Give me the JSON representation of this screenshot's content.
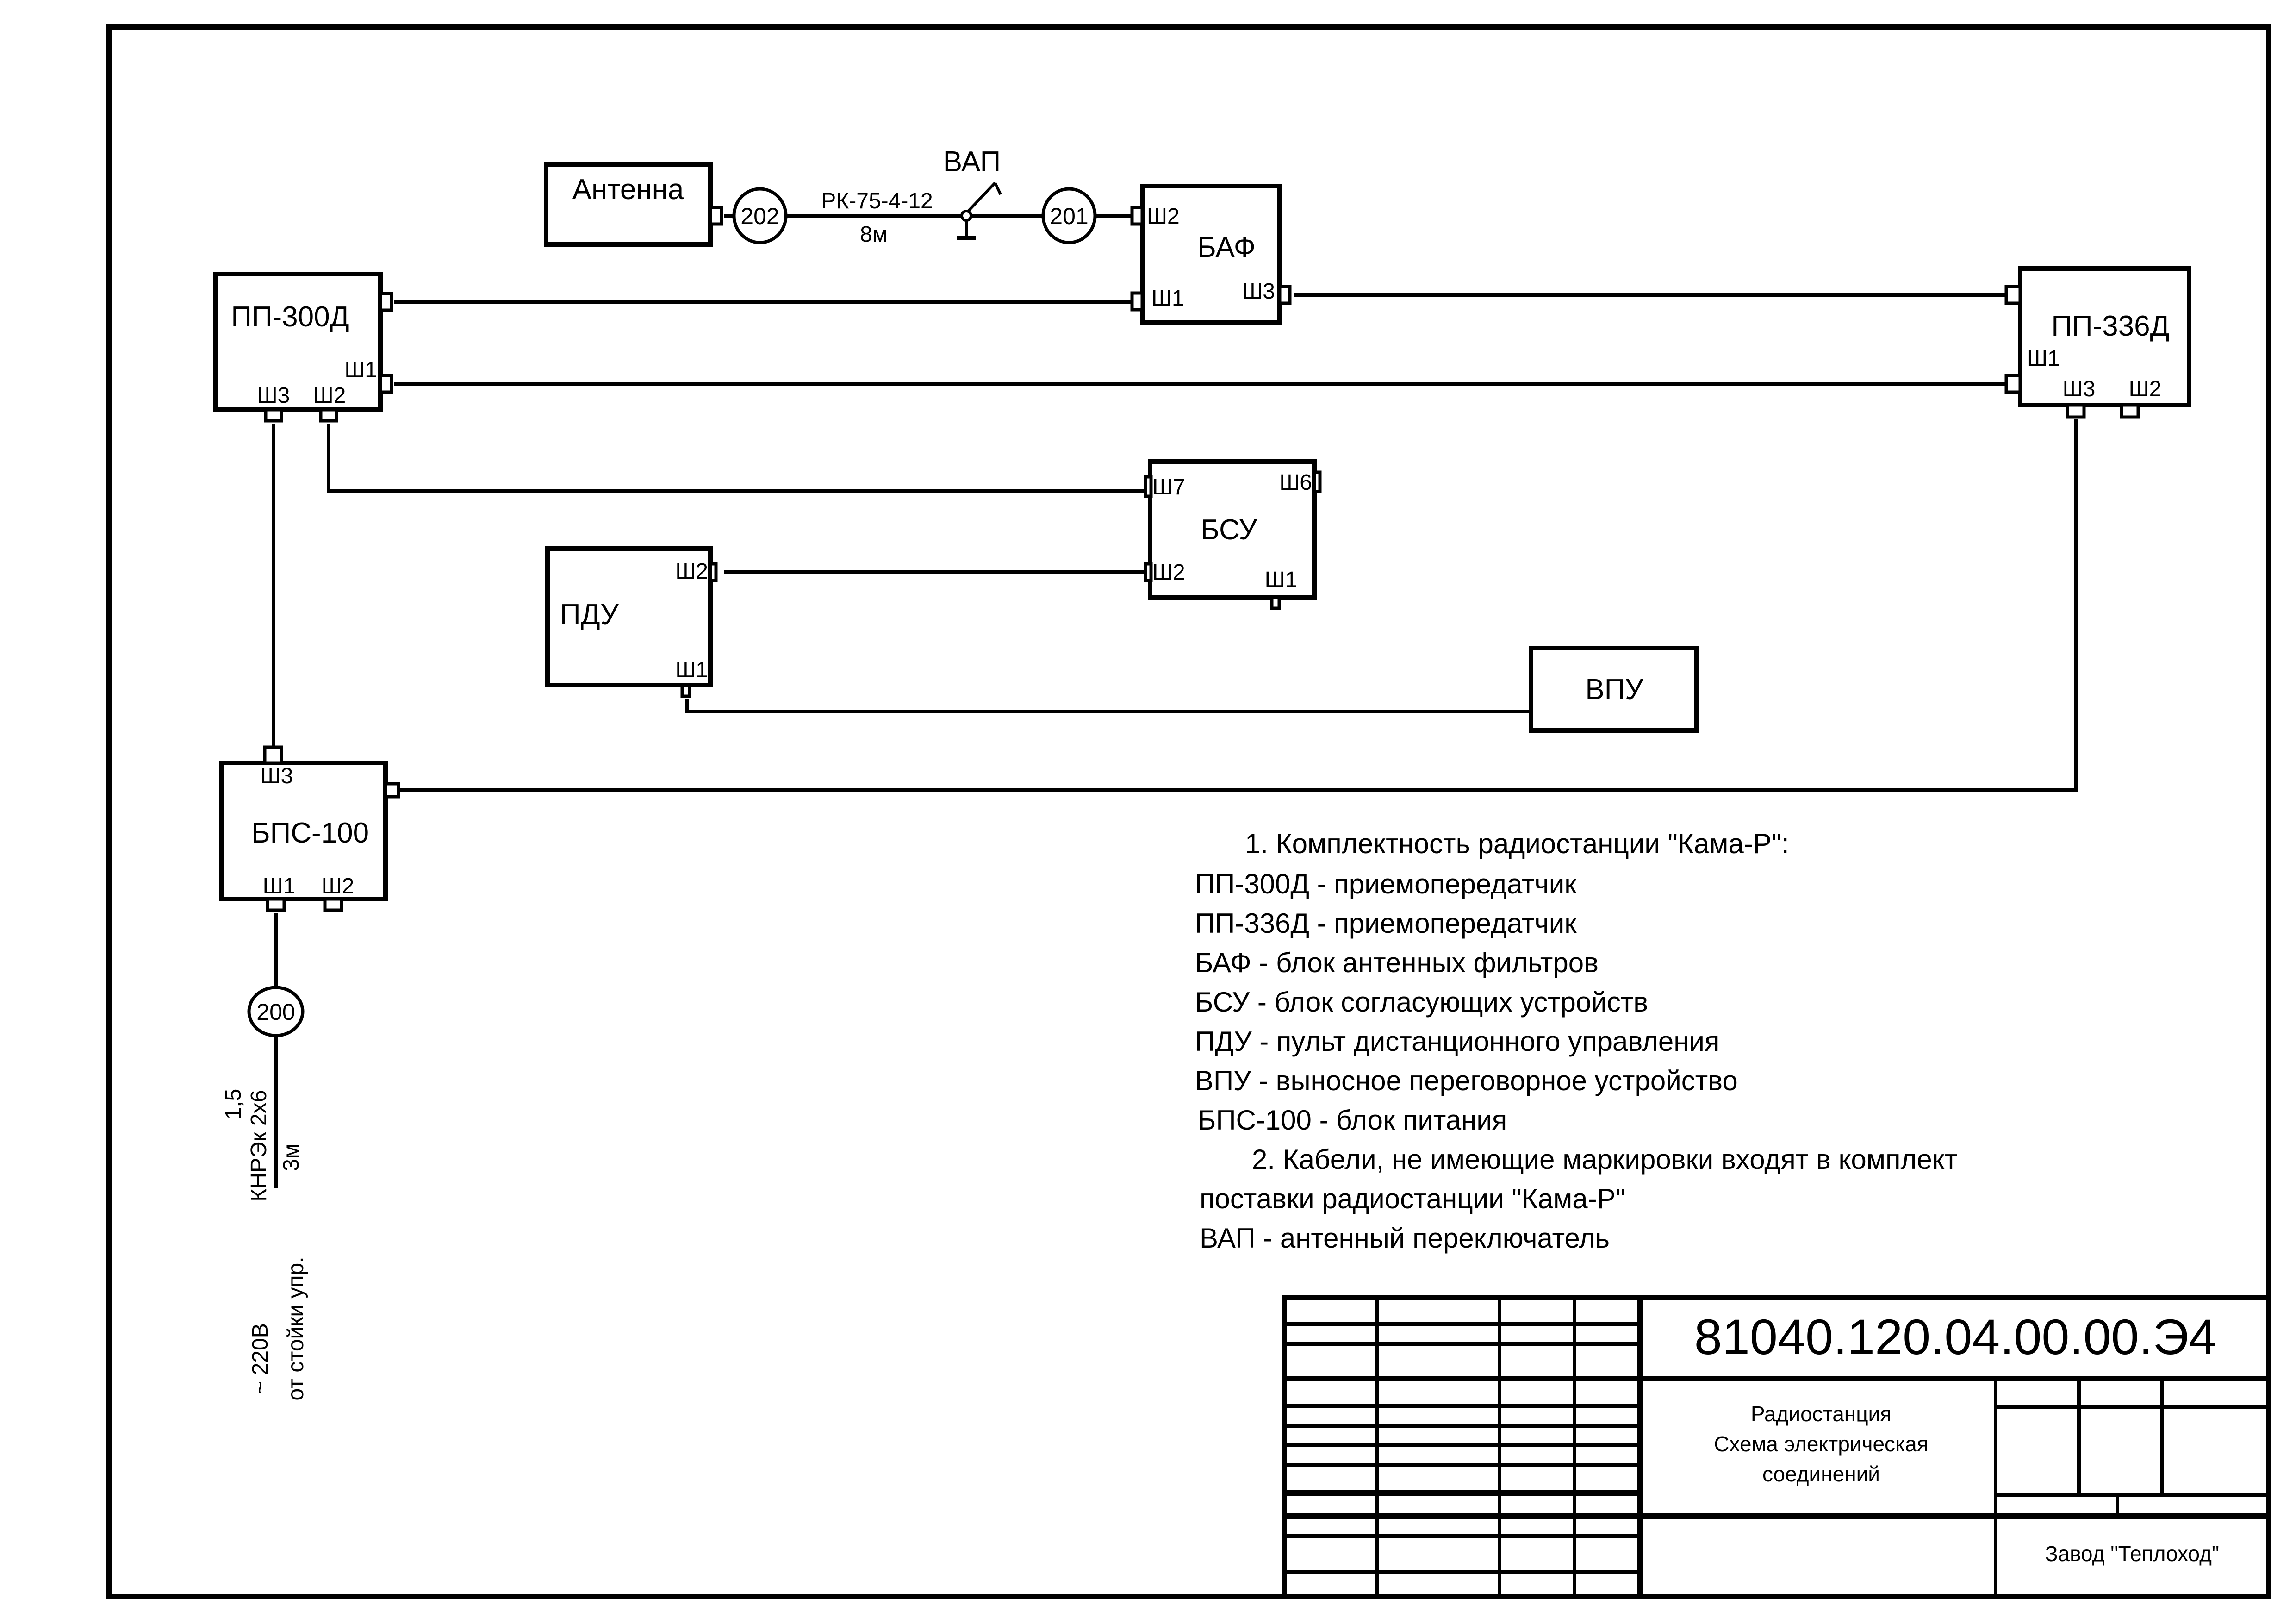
{
  "document": {
    "type": "electrical connection diagram",
    "code": "81040.120.04.00.00.Э4",
    "title_lines": [
      "Радиостанция",
      "Схема электрическая",
      "соединений"
    ],
    "organization": "Завод \"Теплоход\""
  },
  "blocks": {
    "antenna": {
      "label": "Антенна"
    },
    "pp300d": {
      "label": "ПП-300Д",
      "pins": {
        "sh1": "Ш1",
        "sh2": "Ш2",
        "sh3": "Ш3"
      }
    },
    "baf": {
      "label": "БАФ",
      "pins": {
        "sh1": "Ш1",
        "sh2": "Ш2",
        "sh3": "Ш3"
      }
    },
    "pp336d": {
      "label": "ПП-336Д",
      "pins": {
        "sh1": "Ш1",
        "sh2": "Ш2",
        "sh3": "Ш3"
      }
    },
    "bsu": {
      "label": "БСУ",
      "pins": {
        "sh1": "Ш1",
        "sh2": "Ш2",
        "sh6": "Ш6",
        "sh7": "Ш7"
      }
    },
    "pdu": {
      "label": "ПДУ",
      "pins": {
        "sh1": "Ш1",
        "sh2": "Ш2"
      }
    },
    "vpu": {
      "label": "ВПУ"
    },
    "bps100": {
      "label": "БПС-100",
      "pins": {
        "sh1": "Ш1",
        "sh2": "Ш2",
        "sh3": "Ш3"
      }
    }
  },
  "switch": {
    "label": "ВАП"
  },
  "cables": {
    "c202": {
      "mark": "202"
    },
    "c201": {
      "mark": "201"
    },
    "c200": {
      "mark": "200"
    },
    "antenna_cable": {
      "type": "РК-75-4-12",
      "length": "8м"
    },
    "power_cable": {
      "cross_section": "1,5",
      "type": "КНРЭк 2х6",
      "length": "3м"
    },
    "power_source": {
      "voltage": "~ 220В",
      "from": "от стойки упр."
    }
  },
  "notes": {
    "note1_heading": "1. Комплектность радиостанции \"Кама-Р\":",
    "components": [
      "ПП-300Д - приемопередатчик",
      "ПП-336Д - приемопередатчик",
      "БАФ - блок антенных фильтров",
      "БСУ - блок согласующих устройств",
      "ПДУ - пульт дистанционного управления",
      "ВПУ - выносное переговорное устройство",
      "БПС-100 - блок питания"
    ],
    "note2_line1": "2. Кабели, не имеющие маркировки входят в комплект",
    "note2_line2": "поставки радиостанции \"Кама-Р\"",
    "vap_definition": "ВАП - антенный переключатель"
  }
}
